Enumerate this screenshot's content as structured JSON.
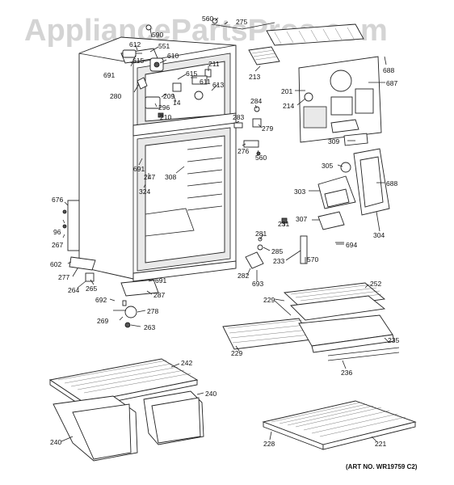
{
  "watermark": "AppliancePartsPros.com",
  "art_number": "(ART NO. WR19759 C2)",
  "callouts": {
    "c560a": "560",
    "c275": "275",
    "c612": "612",
    "c590": "590",
    "c551": "551",
    "c615a": "615",
    "c610": "610",
    "c691a": "691",
    "c211": "211",
    "c615b": "615",
    "c611": "611",
    "c613": "613",
    "c280": "280",
    "c209": "209",
    "c14": "14",
    "c296": "296",
    "c210": "210",
    "c213": "213",
    "c688a": "688",
    "c201": "201",
    "c687": "687",
    "c214": "214",
    "c284": "284",
    "c283": "283",
    "c279": "279",
    "c276": "276",
    "c560b": "560",
    "c309": "309",
    "c691b": "691",
    "c247": "247",
    "c308": "308",
    "c324": "324",
    "c305": "305",
    "c688b": "688",
    "c303": "303",
    "c304": "304",
    "c676": "676",
    "c96": "96",
    "c267": "267",
    "c231": "231",
    "c307": "307",
    "c694": "694",
    "c281": "281",
    "c285": "285",
    "c233": "233",
    "c570": "570",
    "c602": "602",
    "c277": "277",
    "c282": "282",
    "c693": "693",
    "c264": "264",
    "c265": "265",
    "c691c": "691",
    "c287": "287",
    "c692": "692",
    "c278": "278",
    "c269": "269",
    "c263": "263",
    "c252": "252",
    "c229a": "229",
    "c229b": "229",
    "c235": "235",
    "c236": "236",
    "c242": "242",
    "c240a": "240",
    "c240b": "240",
    "c228": "228",
    "c221": "221"
  }
}
